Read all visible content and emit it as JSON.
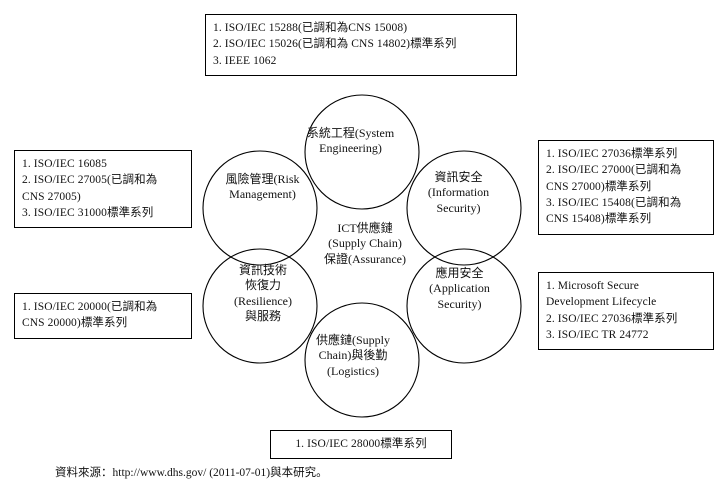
{
  "diagram": {
    "title_center": {
      "lines": [
        "ICT供應鏈",
        "(Supply Chain)",
        "保證(Assurance)"
      ]
    },
    "circles": [
      {
        "id": "system-engineering",
        "lines": [
          "系統工程(System",
          "Engineering)"
        ]
      },
      {
        "id": "risk-management",
        "lines": [
          "風險管理(Risk",
          "Management)"
        ]
      },
      {
        "id": "information-security",
        "lines": [
          "資訊安全",
          "(Information",
          "Security)"
        ]
      },
      {
        "id": "it-resilience",
        "lines": [
          "資訊技術",
          "恢復力",
          "(Resilience)",
          "與服務"
        ]
      },
      {
        "id": "application-security",
        "lines": [
          "應用安全",
          "(Application",
          "Security)"
        ]
      },
      {
        "id": "supply-chain-logistics",
        "lines": [
          "供應鏈(Supply",
          "Chain)與後勤",
          "(Logistics)"
        ]
      }
    ]
  },
  "boxes": {
    "top": {
      "lines": [
        "1. ISO/IEC 15288(已調和為CNS 15008)",
        "2. ISO/IEC 15026(已調和為 CNS 14802)標準系列",
        "3. IEEE 1062"
      ]
    },
    "left_upper": {
      "lines": [
        "1. ISO/IEC 16085",
        "2. ISO/IEC 27005(已調和為",
        "CNS 27005)",
        "3. ISO/IEC 31000標準系列"
      ]
    },
    "left_lower": {
      "lines": [
        "1. ISO/IEC 20000(已調和為",
        "CNS 20000)標準系列"
      ]
    },
    "right_upper": {
      "lines": [
        "1. ISO/IEC 27036標準系列",
        "2. ISO/IEC 27000(已調和為",
        "CNS 27000)標準系列",
        "3. ISO/IEC 15408(已調和為",
        "CNS 15408)標準系列"
      ]
    },
    "right_lower": {
      "lines": [
        "1. Microsoft Secure",
        "Development Lifecycle",
        "2. ISO/IEC 27036標準系列",
        "3. ISO/IEC TR 24772"
      ]
    },
    "bottom": {
      "lines": [
        "1. ISO/IEC 28000標準系列"
      ]
    }
  },
  "source": {
    "text": "資料來源：http://www.dhs.gov/ (2011-07-01)與本研究。"
  },
  "style": {
    "stroke": "#000000",
    "background": "#ffffff",
    "text": "#111111"
  }
}
